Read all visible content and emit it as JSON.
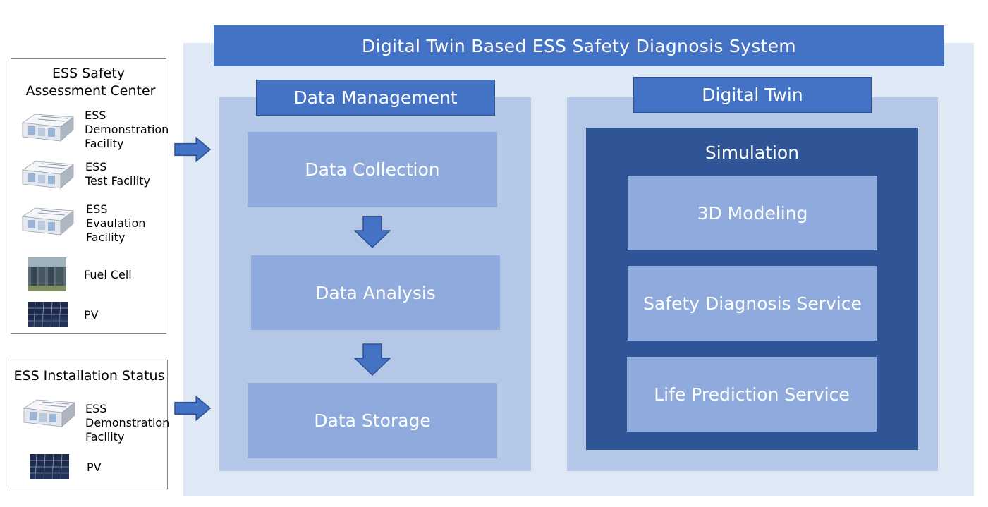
{
  "title": "Digital Twin Based ESS Safety Diagnosis System",
  "assessment_center": {
    "title_line1": "ESS Safety",
    "title_line2": "Assessment Center",
    "items": [
      {
        "icon": "ess-container-icon",
        "lines": [
          "ESS",
          "Demonstration",
          "Facility"
        ]
      },
      {
        "icon": "ess-container-icon",
        "lines": [
          "ESS",
          "Test Facility"
        ]
      },
      {
        "icon": "ess-container-icon",
        "lines": [
          "ESS",
          "Evaulation",
          "Facility"
        ]
      },
      {
        "icon": "fuel-cell-building-icon",
        "lines": [
          "Fuel Cell"
        ]
      },
      {
        "icon": "solar-panel-icon",
        "lines": [
          "PV"
        ]
      }
    ]
  },
  "installation_status": {
    "title": "ESS Installation Status",
    "items": [
      {
        "icon": "ess-container-icon",
        "lines": [
          "ESS",
          "Demonstration",
          "Facility"
        ]
      },
      {
        "icon": "solar-panel-icon",
        "lines": [
          "PV"
        ]
      }
    ]
  },
  "data_management": {
    "header": "Data Management",
    "steps": [
      "Data Collection",
      "Data Analysis",
      "Data Storage"
    ]
  },
  "digital_twin": {
    "header": "Digital Twin",
    "simulation_label": "Simulation",
    "services": [
      "3D Modeling",
      "Safety Diagnosis Service",
      "Life Prediction Service"
    ]
  },
  "colors": {
    "primary_blue": "#4472c4",
    "dark_blue": "#2f5597",
    "light_box": "#8faadc",
    "panel": "#b4c7e7",
    "background": "#dfe8f5"
  }
}
